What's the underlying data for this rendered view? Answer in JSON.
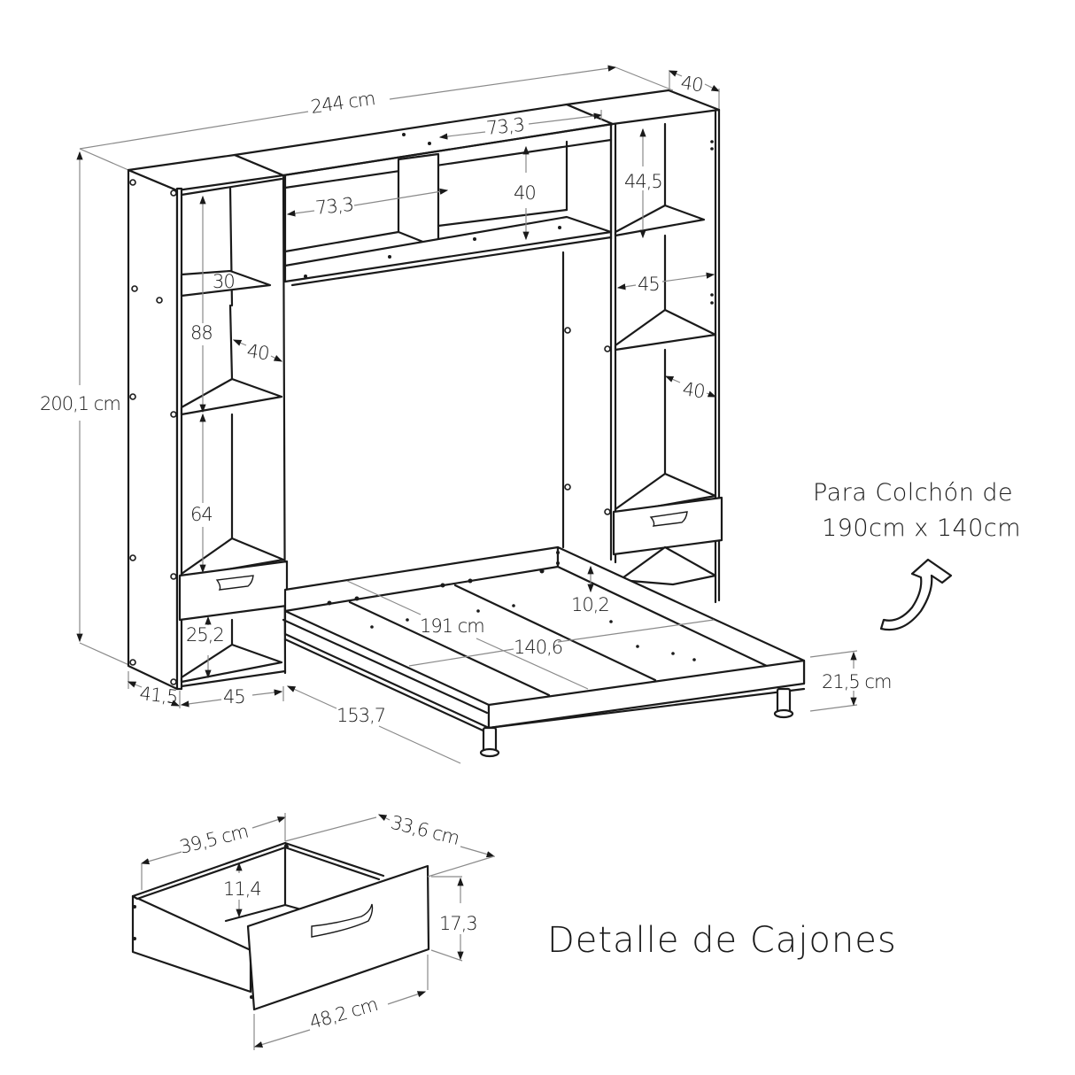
{
  "diagram": {
    "type": "furniture-dimension-drawing",
    "subject": "wall bed unit with side shelving towers and drawers",
    "unit": "cm"
  },
  "overall": {
    "width": "244 cm",
    "height": "200,1 cm",
    "tower_depth_top": "40"
  },
  "top_cabinet": {
    "width_left": "73,3",
    "width_right": "73,3",
    "height": "40"
  },
  "left_tower": {
    "shelf_depth": "30",
    "upper_height": "88",
    "inner_depth": "40",
    "lower_height": "64",
    "bottom_height": "25,2",
    "side_depth": "41,5",
    "width": "45"
  },
  "right_tower": {
    "top_height": "44,5",
    "width": "45",
    "inner_depth": "40"
  },
  "bed": {
    "length": "191 cm",
    "width": "140,6",
    "rail_height": "10,2",
    "projection": "153,7",
    "total_height": "21,5 cm"
  },
  "note": {
    "line1": "Para Colchón de",
    "line2": "190cm x 140cm"
  },
  "drawer_detail": {
    "title": "Detalle de Cajones",
    "depth": "39,5 cm",
    "inner_width": "33,6 cm",
    "inner_height": "11,4",
    "front_height": "17,3",
    "front_width": "48,2 cm"
  }
}
